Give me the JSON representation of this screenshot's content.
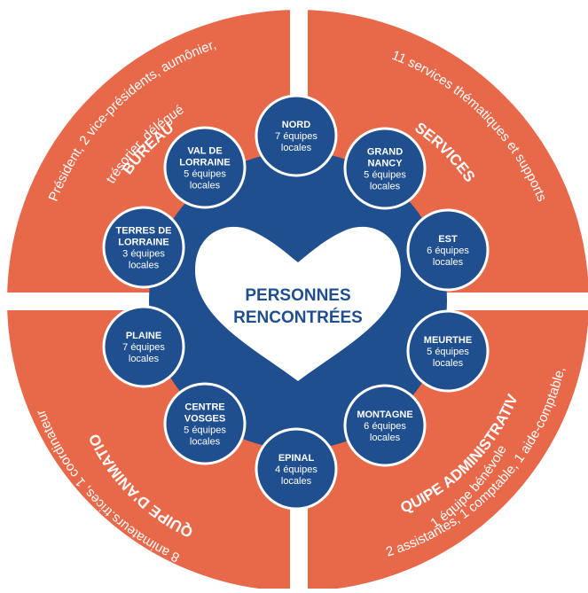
{
  "colors": {
    "quadrant": "#e8684a",
    "center_disc": "#1f4f8f",
    "node_fill": "#1f4f8f",
    "node_stroke": "#ffffff",
    "heart": "#ffffff",
    "center_text": "#1f4f8f"
  },
  "center": {
    "shape": "heart",
    "line1": "PERSONNES",
    "line2": "RENCONTRÉES"
  },
  "quadrants": [
    {
      "id": "bureau",
      "title": "BUREAU",
      "lines": [
        "Président, 2 vice-présidents, aumônier,",
        "trésorier, délégué"
      ]
    },
    {
      "id": "services",
      "title": "SERVICES",
      "lines": [
        "11 services thématiques et supports"
      ]
    },
    {
      "id": "animation",
      "title": "EQUIPE D'ANIMATION",
      "lines": [
        "8 animateurs.trices, 1 coordinateur"
      ]
    },
    {
      "id": "administrative",
      "title": "EQUIPE ADMINISTRATIVE",
      "lines": [
        "2 assistantes, 1 comptable, 1 aide-comptable,",
        "1 équipe bénévole"
      ]
    }
  ],
  "nodes": [
    {
      "name": [
        "NORD"
      ],
      "count": "7 équipes",
      "unit": "locales"
    },
    {
      "name": [
        "GRAND",
        "NANCY"
      ],
      "count": "5 équipes",
      "unit": "locales"
    },
    {
      "name": [
        "EST"
      ],
      "count": "6 équipes",
      "unit": "locales"
    },
    {
      "name": [
        "MEURTHE"
      ],
      "count": "5 équipes",
      "unit": "locales"
    },
    {
      "name": [
        "MONTAGNE"
      ],
      "count": "6 équipes",
      "unit": "locales"
    },
    {
      "name": [
        "EPINAL"
      ],
      "count": "4 équipes",
      "unit": "locales"
    },
    {
      "name": [
        "CENTRE",
        "VOSGES"
      ],
      "count": "5 équipes",
      "unit": "locales"
    },
    {
      "name": [
        "PLAINE"
      ],
      "count": "7 équipes",
      "unit": "locales"
    },
    {
      "name": [
        "TERRES DE",
        "LORRAINE"
      ],
      "count": "3 équipes",
      "unit": "locales"
    },
    {
      "name": [
        "VAL DE",
        "LORRAINE"
      ],
      "count": "5 équipes",
      "unit": "locales"
    }
  ]
}
